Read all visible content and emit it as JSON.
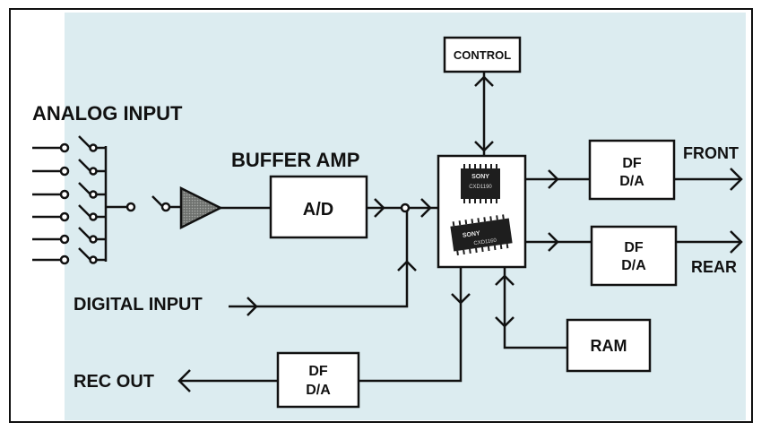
{
  "colors": {
    "background_tint": "#dcecf0",
    "line": "#111111",
    "block_fill": "#ffffff",
    "amp_fill": "#7c7f7c"
  },
  "labels": {
    "analog_input": "ANALOG INPUT",
    "buffer_amp": "BUFFER AMP",
    "digital_input": "DIGITAL INPUT",
    "rec_out": "REC OUT",
    "front": "FRONT",
    "rear": "REAR"
  },
  "blocks": {
    "control": "CONTROL",
    "ad": "A/D",
    "df_front_top": "DF",
    "df_front_bottom": "D/A",
    "df_rear_top": "DF",
    "df_rear_bottom": "D/A",
    "df_rec_top": "DF",
    "df_rec_bottom": "D/A",
    "ram": "RAM"
  },
  "chips": {
    "chip1_brand": "SONY",
    "chip1_code": "CXD1190",
    "chip2_brand": "SONY",
    "chip2_code": "CXD1160"
  },
  "analog_input_count": 6
}
